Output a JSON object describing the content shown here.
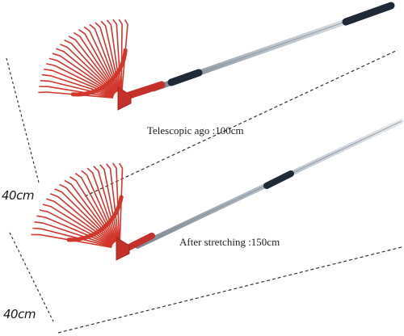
{
  "captions": {
    "top": "Telescopic ago :100cm",
    "bottom": "After stretching :150cm"
  },
  "dimensions": {
    "top": "40cm",
    "bottom": "40cm"
  },
  "colors": {
    "rake_head": "#d2372c",
    "rake_collar": "#c4302a",
    "handle_metal": "#b9c0c8",
    "handle_grip": "#1f2a36",
    "guide_line": "#333333"
  }
}
